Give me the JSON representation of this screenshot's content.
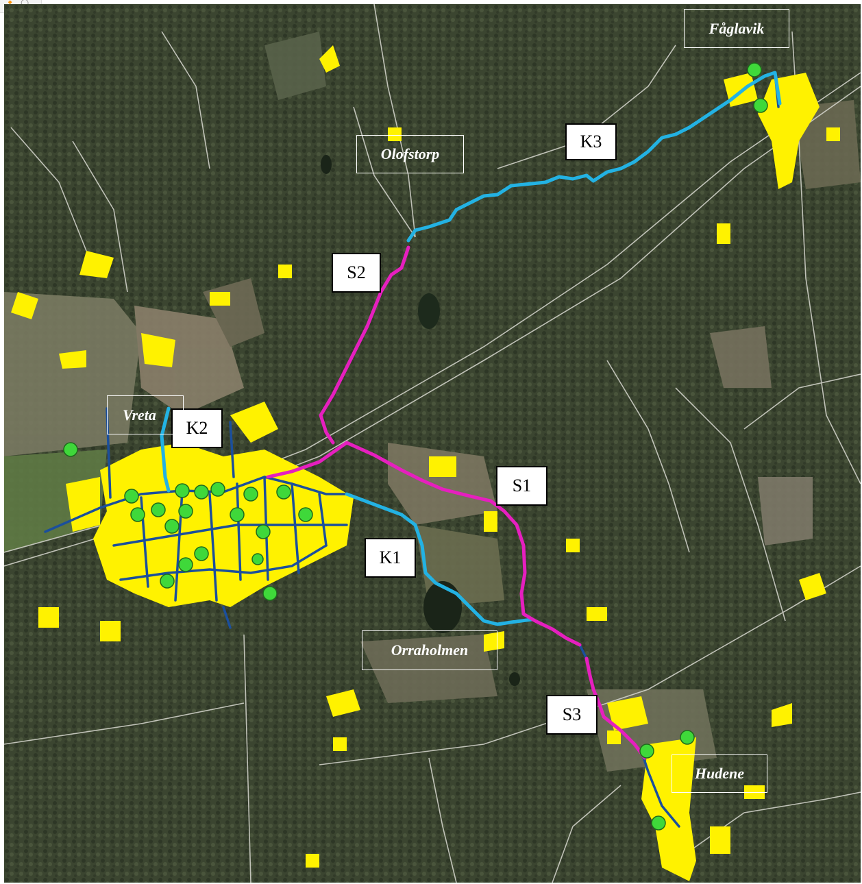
{
  "map": {
    "segments": [
      {
        "id": "K3",
        "label": "K3",
        "kind": "K",
        "color": "#23b2e3"
      },
      {
        "id": "S2",
        "label": "S2",
        "kind": "S",
        "color": "#e61fbf"
      },
      {
        "id": "K2",
        "label": "K2",
        "kind": "K",
        "color": "#23b2e3"
      },
      {
        "id": "S1",
        "label": "S1",
        "kind": "S",
        "color": "#e61fbf"
      },
      {
        "id": "K1",
        "label": "K1",
        "kind": "K",
        "color": "#23b2e3"
      },
      {
        "id": "S3",
        "label": "S3",
        "kind": "S",
        "color": "#e61fbf"
      }
    ],
    "places": [
      {
        "id": "faglavik",
        "name": "Fåglavik"
      },
      {
        "id": "olofstorp",
        "name": "Olofstorp"
      },
      {
        "id": "vreta",
        "name": "Vreta"
      },
      {
        "id": "orraholmen",
        "name": "Orraholmen"
      },
      {
        "id": "hudene",
        "name": "Hudene"
      }
    ],
    "colors": {
      "k_route": "#23b2e3",
      "s_route": "#e61fbf",
      "network": "#1b4f9c",
      "buildings": "#fff200",
      "green_points": "#3fd83a",
      "background": "#3f4a33"
    }
  }
}
